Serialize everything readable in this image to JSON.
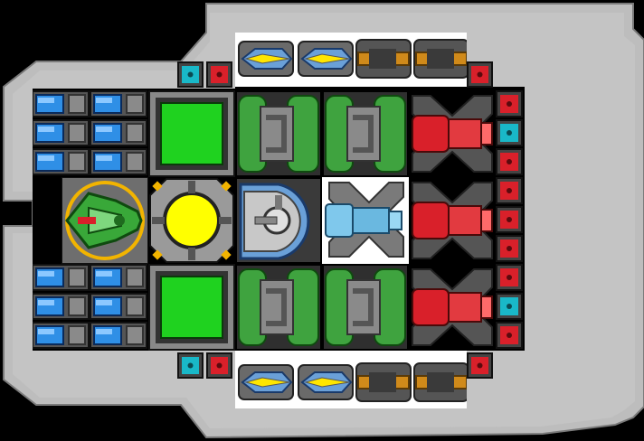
{
  "screen": {
    "title": "",
    "palette": {
      "background": "#000000",
      "hull": "#bdbdbd",
      "deck": "#ffffff",
      "armor_green": "#3fa33f",
      "armor_green_dark": "#1f6b1f",
      "metal": "#8a8a8a",
      "metal_dark": "#4a4a4a",
      "red_module": "#d9202a",
      "cyan_module": "#19b8c8",
      "yellow_core": "#ffff00",
      "green_screen": "#1fd21f",
      "blue_cell": "#2f8fe6",
      "ice_blue": "#7fc8ec",
      "bronze": "#d08a1a"
    }
  },
  "ship": {
    "sections": [
      {
        "name": "cockpit",
        "icon": "ship-cockpit-icon"
      },
      {
        "name": "reactor-core",
        "icon": "yellow-core-icon"
      },
      {
        "name": "upper-sensor-screen",
        "icon": "green-screen-icon"
      },
      {
        "name": "lower-sensor-screen",
        "icon": "green-screen-icon"
      },
      {
        "name": "main-engine",
        "icon": "ice-blue-engine-icon"
      },
      {
        "name": "dome-turret",
        "icon": "dome-turret-icon"
      }
    ],
    "battery_banks": {
      "upper_rows": 3,
      "lower_rows": 3,
      "columns": 2
    },
    "fuel_tanks": {
      "upper": 2,
      "lower": 2
    },
    "thrusters": {
      "count": 3
    },
    "weapons": {
      "top_row": [
        "yellow-missile-icon",
        "yellow-missile-icon",
        "bronze-cannon-icon",
        "bronze-cannon-icon"
      ],
      "bottom_row": [
        "yellow-missile-icon",
        "yellow-missile-icon",
        "bronze-cannon-icon",
        "bronze-cannon-icon"
      ]
    },
    "side_modules": {
      "top": [
        "cyan-module-icon",
        "red-module-icon"
      ],
      "top_right": [
        "red-module-icon"
      ],
      "bottom": [
        "cyan-module-icon",
        "red-module-icon"
      ],
      "bottom_right": [
        "red-module-icon"
      ],
      "right_column": [
        "red-module-icon",
        "cyan-module-icon",
        "red-module-icon",
        "red-module-icon",
        "red-module-icon",
        "red-module-icon",
        "red-module-icon",
        "cyan-module-icon",
        "red-module-icon"
      ]
    }
  }
}
